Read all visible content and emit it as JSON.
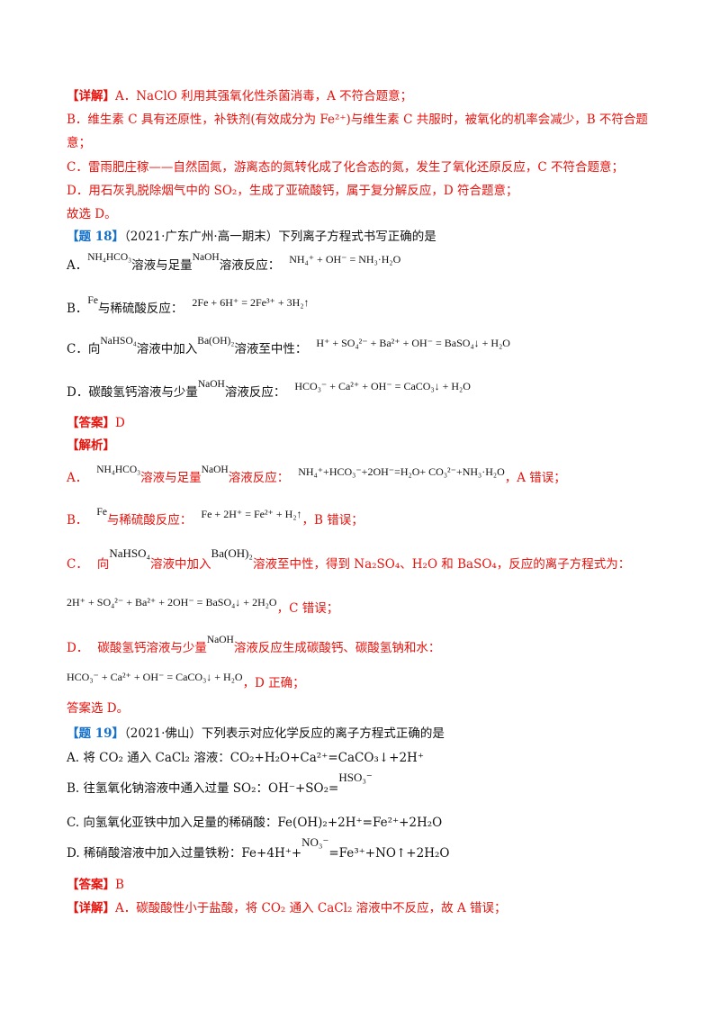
{
  "lines": {
    "l1": {
      "tag": "【详解】",
      "text": "A．NaClO 利用其强氧化性杀菌消毒，A 不符合题意；"
    },
    "l2": {
      "text": "B．维生素 C 具有还原性，补铁剂(有效成分为 Fe²⁺)与维生素 C 共服时，被氧化的机率会减少，B 不符合题"
    },
    "l3": {
      "text": "意；"
    },
    "l4": {
      "text": "C．雷雨肥庄稼——自然固氮，游离态的氮转化成了化合态的氮，发生了氧化还原反应，C 不符合题意；"
    },
    "l5": {
      "text": "D．用石灰乳脱除烟气中的 SO₂，生成了亚硫酸钙，属于复分解反应，D 符合题意；"
    },
    "l6": {
      "text": "故选 D。"
    },
    "q18": {
      "tag": "【题 18】",
      "text": "（2021·广东广州·高一期末）下列离子方程式书写正确的是"
    },
    "q18a": {
      "label": "A．",
      "f1": "NH₄HCO₃",
      "t1": "溶液与足量",
      "f2": "NaOH",
      "t2": "溶液反应：",
      "eq": "NH₄⁺ + OH⁻ = NH₃·H₂O"
    },
    "q18b": {
      "label": "B．",
      "f1": "Fe",
      "t1": "与稀硫酸反应：",
      "eq": "2Fe + 6H⁺ = 2Fe³⁺ + 3H₂↑"
    },
    "q18c": {
      "label": "C．向",
      "f1": "NaHSO₄",
      "t1": "溶液中加入",
      "f2": "Ba(OH)₂",
      "t2": "溶液至中性：",
      "eq": "H⁺ + SO₄²⁻ + Ba²⁺ + OH⁻ = BaSO₄↓ + H₂O"
    },
    "q18d": {
      "label": "D．",
      "t0": "碳酸氢钙溶液与少量",
      "f1": "NaOH",
      "t1": "溶液反应：",
      "eq": "HCO₃⁻ + Ca²⁺ + OH⁻ = CaCO₃↓ + H₂O"
    },
    "ans18": {
      "tag": "【答案】",
      "value": "D"
    },
    "jiexi": {
      "tag": "【解析】"
    },
    "e18a": {
      "label": "A．",
      "f1": "NH₄HCO₃",
      "t1": "溶液与足量",
      "f2": "NaOH",
      "t2": "溶液反应：",
      "eq": "NH₄⁺+HCO₃⁻+2OH⁻=H₂O+ CO₃²⁻+NH₃·H₂O",
      "tail": "，A 错误；"
    },
    "e18b": {
      "label": "B．",
      "f1": "Fe",
      "t1": "与稀硫酸反应：",
      "eq": "Fe + 2H⁺ = Fe²⁺ + H₂↑",
      "tail": "，B 错误；"
    },
    "e18c": {
      "label": "C．",
      "t0": "向",
      "f1": "NaHSO₄",
      "t1": "溶液中加入",
      "f2": "Ba(OH)₂",
      "t2": "溶液至中性，得到 Na₂SO₄、H₂O 和 BaSO₄，反应的离子方程式为："
    },
    "e18c2": {
      "eq": "2H⁺ + SO₄²⁻ + Ba²⁺ + 2OH⁻ = BaSO₄↓ + 2H₂O",
      "tail": "，C 错误；"
    },
    "e18d": {
      "label": "D．",
      "t0": "碳酸氢钙溶液与少量",
      "f1": "NaOH",
      "t1": "溶液反应生成碳酸钙、碳酸氢钠和水："
    },
    "e18d2": {
      "eq": "HCO₃⁻ + Ca²⁺ + OH⁻ = CaCO₃↓ + H₂O",
      "tail": "，D 正确；"
    },
    "sel18": {
      "text": "答案选 D。"
    },
    "q19": {
      "tag": "【题 19】",
      "text": "（2021·佛山）下列表示对应化学反应的离子方程式正确的是"
    },
    "q19a": {
      "text": "A. 将 CO₂ 通入 CaCl₂ 溶液：CO₂+H₂O+Ca²⁺=CaCO₃↓+2H⁺"
    },
    "q19b": {
      "text": "B. 往氢氧化钠溶液中通入过量 SO₂：OH⁻+SO₂=",
      "f1": "HSO₃⁻"
    },
    "q19c": {
      "text": "C. 向氢氧化亚铁中加入足量的稀硝酸：Fe(OH)₂+2H⁺=Fe²⁺+2H₂O"
    },
    "q19d": {
      "text": "D. 稀硝酸溶液中加入过量铁粉：Fe+4H⁺+",
      "f1": "NO₃⁻",
      "text2": "=Fe³⁺+NO↑+2H₂O"
    },
    "ans19": {
      "tag": "【答案】",
      "value": "B"
    },
    "det19": {
      "tag": "【详解】",
      "text": "A．碳酸酸性小于盐酸，将 CO₂ 通入 CaCl₂ 溶液中不反应，故 A 错误；"
    }
  }
}
